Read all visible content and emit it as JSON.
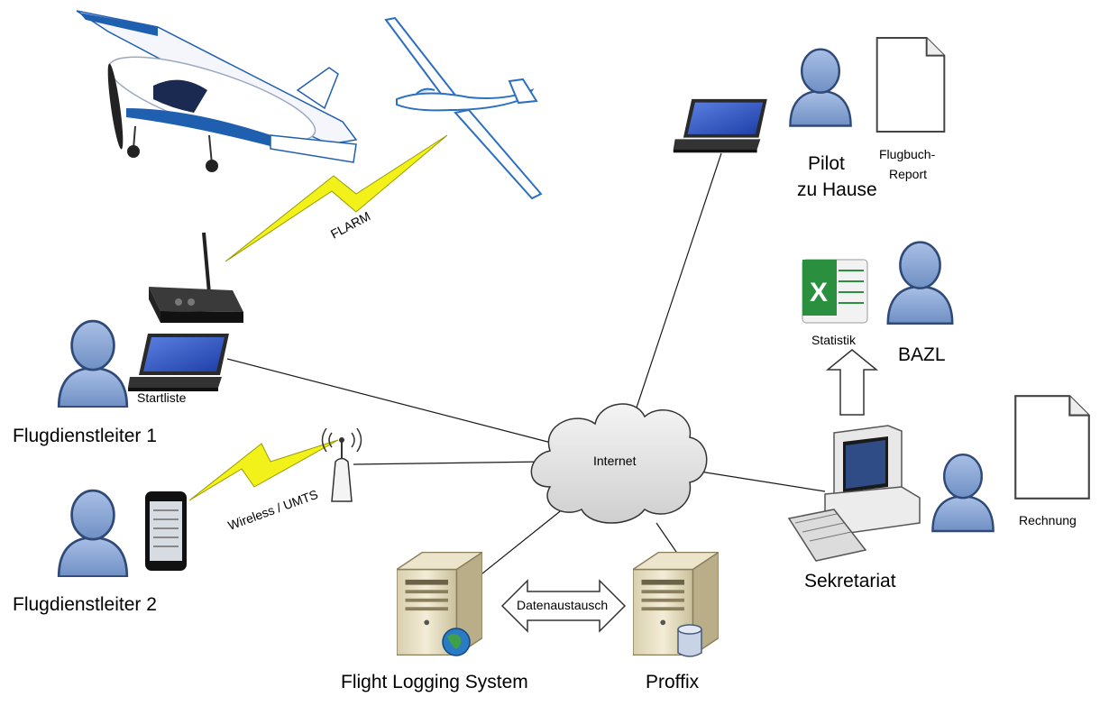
{
  "labels": {
    "pilot_line1": "Pilot",
    "pilot_line2": "zu Hause",
    "flugbuch_line1": "Flugbuch-",
    "flugbuch_line2": "Report",
    "flarm": "FLARM",
    "startliste": "Startliste",
    "fdl1": "Flugdienstleiter 1",
    "fdl2": "Flugdienstleiter 2",
    "wireless": "Wireless / UMTS",
    "internet": "Internet",
    "statistik": "Statistik",
    "bazl": "BAZL",
    "rechnung": "Rechnung",
    "sekretariat": "Sekretariat",
    "datenaustausch": "Datenaustausch",
    "fls": "Flight Logging System",
    "proffix": "Proffix"
  },
  "icons": {
    "person": "person-icon",
    "laptop": "laptop-icon",
    "document": "document-icon",
    "server": "server-icon",
    "cloud": "cloud-icon",
    "antenna": "antenna-icon",
    "phone": "smartphone-icon",
    "receiver": "flarm-receiver-icon",
    "spreadsheet": "spreadsheet-icon",
    "desktop": "desktop-computer-icon",
    "airplane": "airplane-icon",
    "glider": "glider-icon",
    "lightning": "lightning-bolt-icon"
  },
  "colors": {
    "person_fill": "#8fa9d6",
    "person_stroke": "#2f4a78",
    "lightning": "#f2f21a",
    "plane_blue": "#1f5fb0",
    "cloud_fill": "#e6e6e6",
    "excel_green": "#2a8f3f"
  }
}
